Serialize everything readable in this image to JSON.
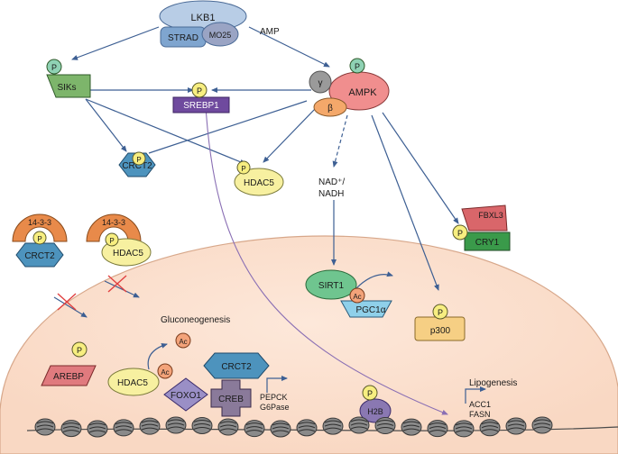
{
  "nodes": {
    "lkb1": "LKB1",
    "strad": "STRAD",
    "mo25": "MO25",
    "amp": "AMP",
    "siks": "SIKs",
    "srebp1": "SREBP1",
    "ampk": "AMPK",
    "gamma": "γ",
    "beta": "β",
    "crct2": "CRCT2",
    "hdac5": "HDAC5",
    "nad_line1": "NAD⁺/",
    "nad_line2": "NADH",
    "fbxl3": "FBXL3",
    "cry1": "CRY1",
    "p1433_a": "14-3-3",
    "crct2_b": "CRCT2",
    "p1433_b": "14-3-3",
    "hdac5_b": "HDAC5",
    "sirt1": "SIRT1",
    "pgc1a": "PGC1α",
    "p300": "p300",
    "gluconeogenesis": "Gluconeogenesis",
    "arebp": "AREBP",
    "hdac5_c": "HDAC5",
    "foxo1": "FOXO1",
    "crct2_c": "CRCT2",
    "creb": "CREB",
    "pepck": "PEPCK",
    "g6pase": "G6Pase",
    "h2b": "H2B",
    "lipogenesis": "Lipogenesis",
    "acc1": "ACC1",
    "fasn": "FASN"
  },
  "marks": {
    "phospho": "P",
    "acetyl": "Ac"
  },
  "colors": {
    "lkb1": "#b8cde6",
    "strad": "#7fa5cf",
    "mo25": "#9aa4c4",
    "siks": "#7db56b",
    "srebp1": "#6f4a9e",
    "ampk": "#f08e8e",
    "gamma": "#9a9a9a",
    "beta": "#f4a86a",
    "crct2": "#4d93bd",
    "hdac5": "#f7f0a0",
    "fbxl3": "#d9666a",
    "cry1": "#3a9a4a",
    "p1433": "#e88a4a",
    "sirt1": "#6fc58f",
    "pgc1a": "#8fd0ea",
    "p300": "#f6cf84",
    "arebp": "#e07a7e",
    "foxo1": "#9a8fc6",
    "creb": "#8a7a9a",
    "h2b": "#8a78b2",
    "phospho": "#f7ee80",
    "phospho_teal": "#8fd2b4",
    "acetyl": "#f3a37a",
    "nucleus": "#fbe1d0",
    "arrow": "#3d5f93",
    "inhibit": "#e04040"
  }
}
